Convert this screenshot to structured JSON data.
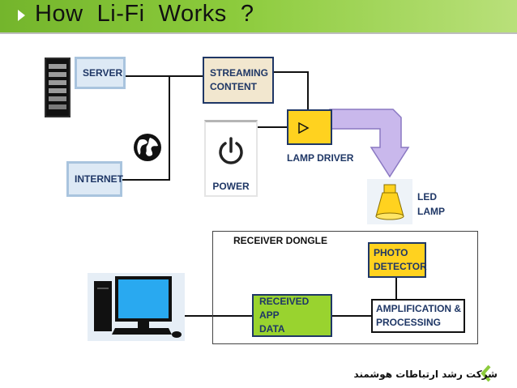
{
  "slide": {
    "title": "How  Li-Fi  Works  ?",
    "footer_text": "شرکت رشد ارتباطات هوشمند"
  },
  "diagram": {
    "server": "SERVER",
    "internet": "INTERNET",
    "streaming_line1": "STREAMING",
    "streaming_line2": "CONTENT",
    "power": "POWER",
    "lamp_driver": "LAMP DRIVER",
    "led_line1": "LED",
    "led_line2": "LAMP",
    "receiver_dongle": "RECEIVER DONGLE",
    "photo_line1": "PHOTO",
    "photo_line2": "DETECTOR",
    "received_line1": "RECEIVED APP",
    "received_line2": "DATA",
    "amp_line1": "AMPLIFICATION &",
    "amp_line2": "PROCESSING"
  },
  "colors": {
    "header_green": "#8ccb3c",
    "box_green": "#99d32f",
    "box_yellow": "#ffd21f",
    "box_tan": "#f2e7cf",
    "box_blue": "#dde9f5",
    "arrow_purple": "#c9b8ec",
    "text_navy": "#1f3766"
  },
  "icons": [
    "play-arrow-icon",
    "server-tower-icon",
    "globe-icon",
    "power-icon",
    "led-lamp-icon",
    "computer-monitor-icon",
    "chevron-logo-icon"
  ]
}
